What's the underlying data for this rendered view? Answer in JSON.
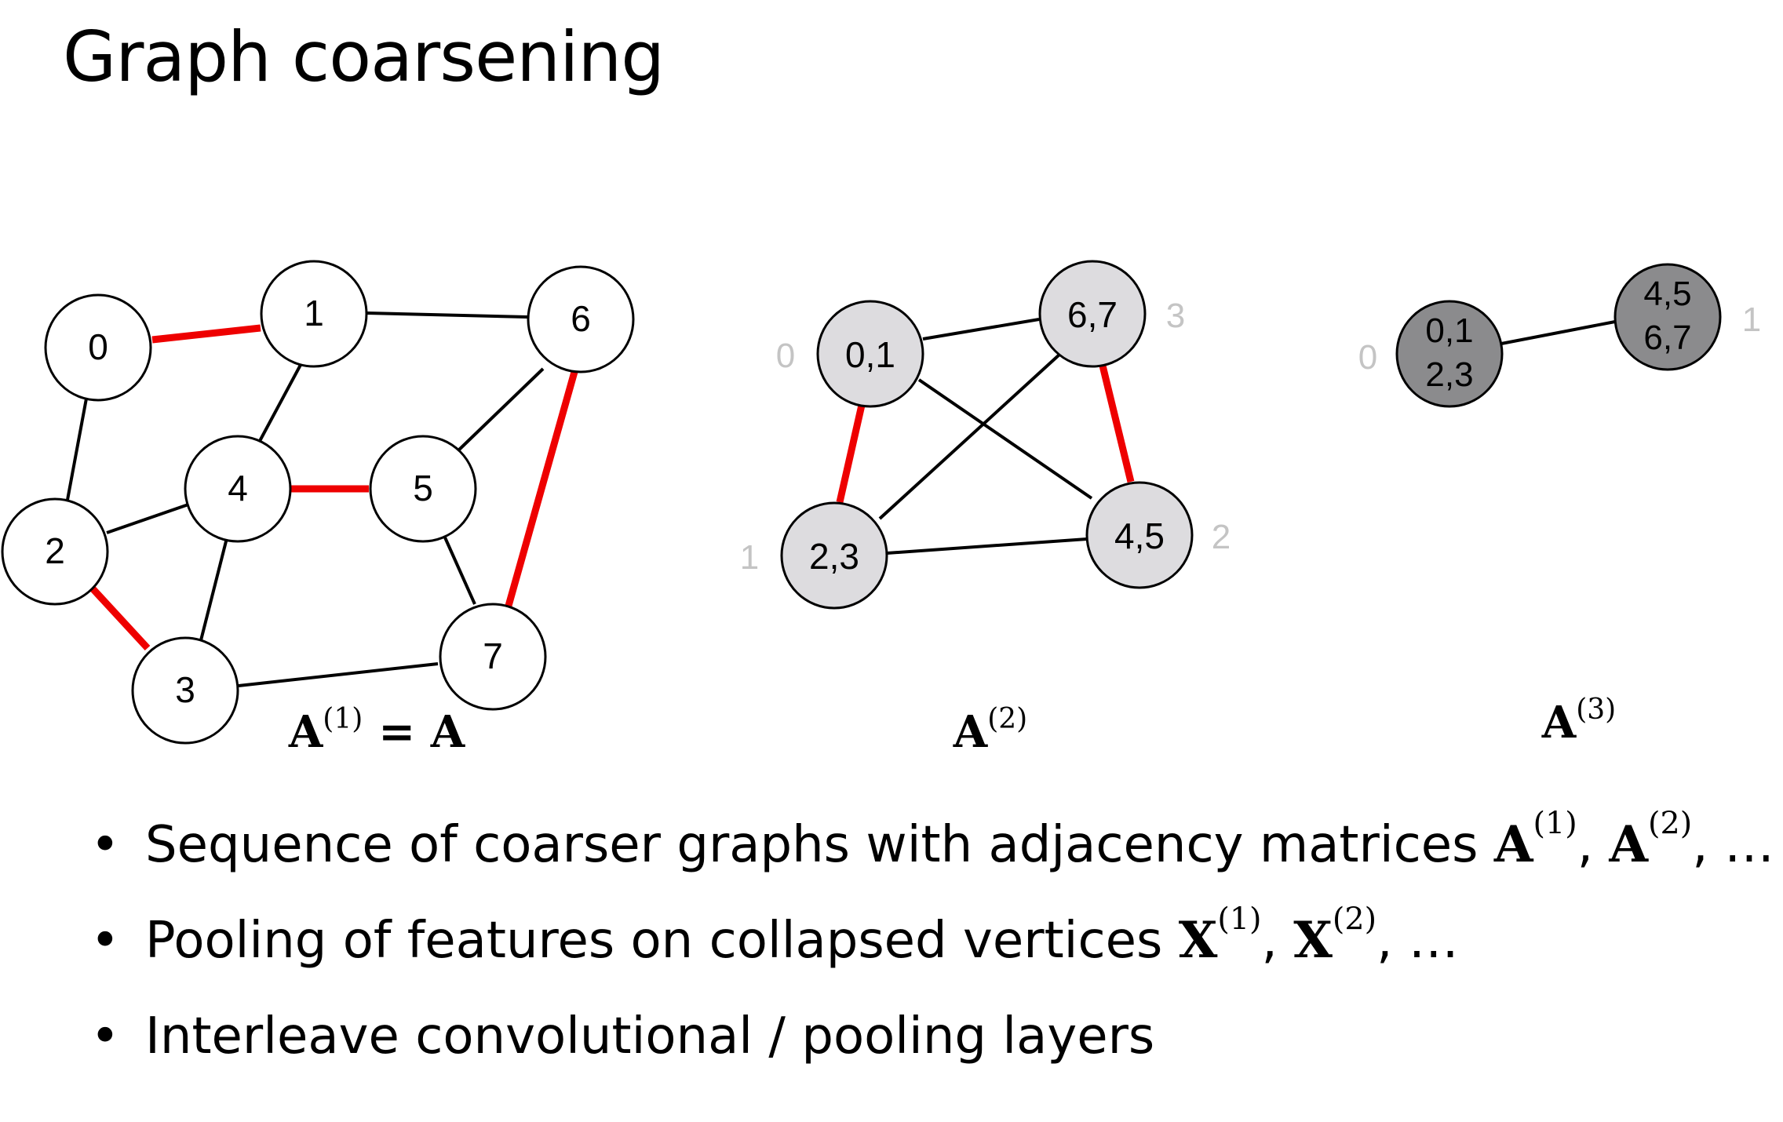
{
  "slide": {
    "title": "Graph coarsening"
  },
  "colors": {
    "edge": "#000000",
    "matched_edge": "#ee0000",
    "level1_fill": "#ffffff",
    "level2_fill": "#dddcdf",
    "level3_fill": "#8b8b8d",
    "index_label": "#c4c4c4"
  },
  "graphs": {
    "level1": {
      "caption_base": "A",
      "caption_sup": "(1)",
      "caption_suffix": "= A",
      "nodes": [
        "0",
        "1",
        "2",
        "3",
        "4",
        "5",
        "6",
        "7"
      ],
      "edges": [
        [
          "0",
          "1"
        ],
        [
          "1",
          "6"
        ],
        [
          "0",
          "2"
        ],
        [
          "1",
          "4"
        ],
        [
          "2",
          "4"
        ],
        [
          "4",
          "5"
        ],
        [
          "5",
          "6"
        ],
        [
          "6",
          "7"
        ],
        [
          "2",
          "3"
        ],
        [
          "3",
          "4"
        ],
        [
          "5",
          "7"
        ],
        [
          "3",
          "7"
        ]
      ],
      "matched_edges": [
        [
          "0",
          "1"
        ],
        [
          "4",
          "5"
        ],
        [
          "6",
          "7"
        ],
        [
          "2",
          "3"
        ]
      ]
    },
    "level2": {
      "caption_base": "A",
      "caption_sup": "(2)",
      "nodes": [
        {
          "label": "0,1",
          "index": "0"
        },
        {
          "label": "6,7",
          "index": "3"
        },
        {
          "label": "2,3",
          "index": "1"
        },
        {
          "label": "4,5",
          "index": "2"
        }
      ],
      "edges": [
        [
          "0,1",
          "6,7"
        ],
        [
          "0,1",
          "4,5"
        ],
        [
          "6,7",
          "2,3"
        ],
        [
          "2,3",
          "4,5"
        ],
        [
          "0,1",
          "2,3"
        ],
        [
          "6,7",
          "4,5"
        ]
      ],
      "matched_edges": [
        [
          "0,1",
          "2,3"
        ],
        [
          "6,7",
          "4,5"
        ]
      ]
    },
    "level3": {
      "caption_base": "A",
      "caption_sup": "(3)",
      "nodes": [
        {
          "label_line1": "0,1",
          "label_line2": "2,3",
          "index": "0"
        },
        {
          "label_line1": "4,5",
          "label_line2": "6,7",
          "index": "1"
        }
      ],
      "edges": [
        [
          "0,1,2,3",
          "4,5,6,7"
        ]
      ]
    }
  },
  "bullets": [
    {
      "text": "Sequence of coarser graphs with adjacency matrices ",
      "m1": "A",
      "m1_sup": "(1)",
      "sep": ", ",
      "m2": "A",
      "m2_sup": "(2)",
      "tail": ", …"
    },
    {
      "text": "Pooling of features on collapsed vertices ",
      "m1": "X",
      "m1_sup": "(1)",
      "sep": ", ",
      "m2": "X",
      "m2_sup": "(2)",
      "tail": ", …"
    },
    {
      "text": "Interleave convolutional / pooling layers"
    }
  ],
  "bullet_marker": "•"
}
